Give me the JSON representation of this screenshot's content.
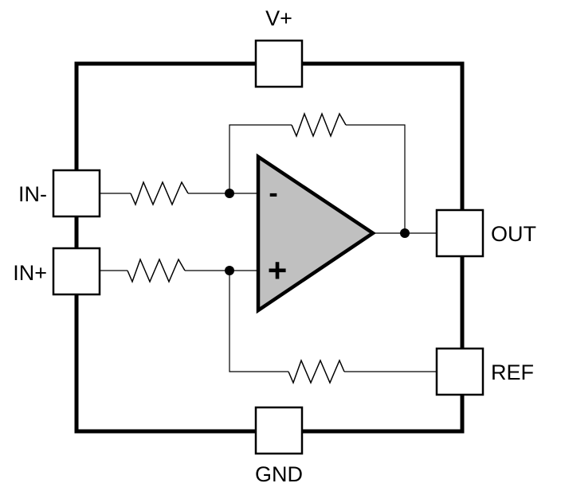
{
  "pins": {
    "vplus": "V+",
    "in_minus": "IN-",
    "in_plus": "IN+",
    "out": "OUT",
    "ref": "REF",
    "gnd": "GND"
  },
  "opamp": {
    "inverting_sign": "-",
    "noninverting_sign": "+"
  },
  "colors": {
    "line": "#000000",
    "pin_fill": "#ffffff",
    "opamp_fill": "#c0c0c0"
  }
}
